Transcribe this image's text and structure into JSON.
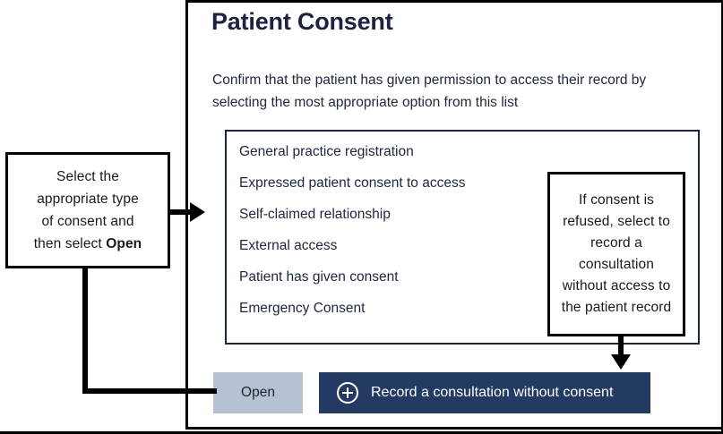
{
  "panel": {
    "title": "Patient Consent",
    "description": "Confirm that the patient has given permission to access their record by selecting the most appropriate option from this list"
  },
  "consent_list": {
    "options": [
      "General practice registration",
      "Expressed patient consent to access",
      "Self-claimed relationship",
      "External access",
      "Patient has given consent",
      "Emergency Consent"
    ]
  },
  "actions": {
    "open_label": "Open",
    "record_label": "Record a consultation without consent",
    "record_icon": "plus-circle-icon"
  },
  "annotations": {
    "left": {
      "line1": "Select the",
      "line2": "appropriate type",
      "line3": "of consent and",
      "line4_prefix": "then select ",
      "line4_bold": "Open"
    },
    "right": {
      "text": "If consent is refused, select to record a consultation without access to the patient record"
    }
  },
  "colors": {
    "title": "#1c2340",
    "body_text": "#20283f",
    "open_button_bg": "#b6c2d4",
    "record_button_bg": "#233a63",
    "record_button_text": "#ffffff",
    "border": "#000000"
  }
}
